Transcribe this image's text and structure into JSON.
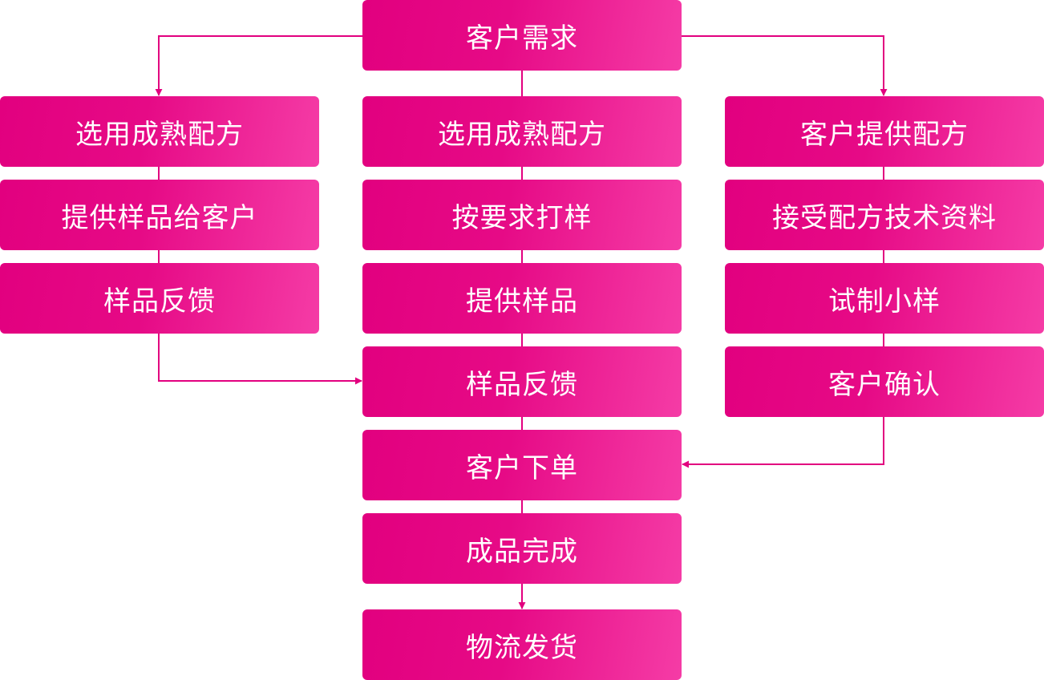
{
  "colors": {
    "box_start": "#e2007f",
    "box_end": "#f53ca6",
    "connector": "#e2007f",
    "text": "#ffffff",
    "background": "#ffffff"
  },
  "nodes": {
    "start": "客户需求",
    "left": [
      "选用成熟配方",
      "提供样品给客户",
      "样品反馈"
    ],
    "center": [
      "选用成熟配方",
      "按要求打样",
      "提供样品",
      "样品反馈",
      "客户下单",
      "成品完成",
      "物流发货"
    ],
    "right": [
      "客户提供配方",
      "接受配方技术资料",
      "试制小样",
      "客户确认"
    ]
  }
}
